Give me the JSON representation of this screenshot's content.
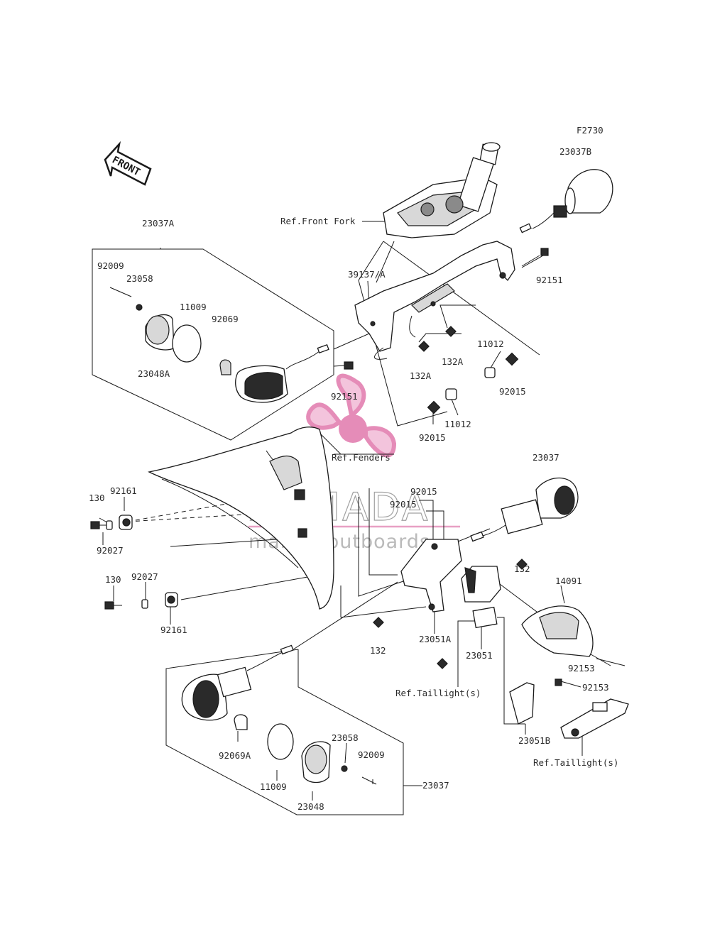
{
  "figure_code": "F2730",
  "front_arrow_text": "FRONT",
  "watermark": {
    "title": "ARMADA",
    "subtitle": "marine outboards",
    "logo_color": "#e58cb8",
    "line_color": "#e8a0c4"
  },
  "labels": {
    "l_23037B": "23037B",
    "l_ref_front_fork": "Ref.Front Fork",
    "l_23037A": "23037A",
    "l_92009_top": "92009",
    "l_23058_top": "23058",
    "l_11009_top": "11009",
    "l_92069": "92069",
    "l_23048A": "23048A",
    "l_39137A": "39137/A",
    "l_92151_right": "92151",
    "l_132A_1": "132A",
    "l_132A_2": "132A",
    "l_11012_1": "11012",
    "l_92015_1": "92015",
    "l_92151_left": "92151",
    "l_92015_2": "92015",
    "l_11012_2": "11012",
    "l_ref_fenders": "Ref.Fenders",
    "l_23037_right": "23037",
    "l_92015_3": "92015",
    "l_92015_4": "92015",
    "l_130_1": "130",
    "l_92161_1": "92161",
    "l_92027_1": "92027",
    "l_132_1": "132",
    "l_14091": "14091",
    "l_130_2": "130",
    "l_92027_2": "92027",
    "l_92161_2": "92161",
    "l_132_2": "132",
    "l_23051A": "23051A",
    "l_23051": "23051",
    "l_92153_1": "92153",
    "l_92153_2": "92153",
    "l_ref_taillight_1": "Ref.Taillight(s)",
    "l_23051B": "23051B",
    "l_ref_taillight_2": "Ref.Taillight(s)",
    "l_92069A": "92069A",
    "l_23058_bottom": "23058",
    "l_92009_bottom": "92009",
    "l_11009_bottom": "11009",
    "l_23048": "23048",
    "l_23037_bottom": "23037"
  }
}
